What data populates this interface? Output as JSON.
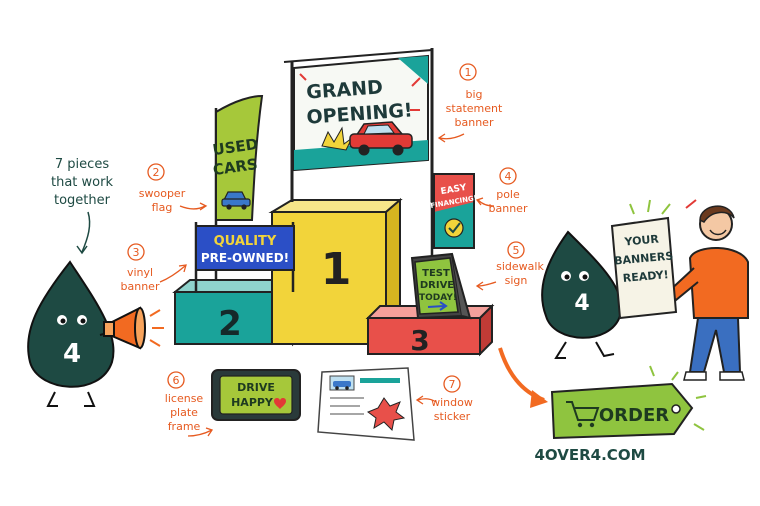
{
  "intro": {
    "line1": "7 pieces",
    "line2": "that work",
    "line3": "together"
  },
  "callouts": [
    {
      "num": "1",
      "lines": [
        "big",
        "statement",
        "banner"
      ]
    },
    {
      "num": "2",
      "lines": [
        "swooper",
        "flag"
      ]
    },
    {
      "num": "3",
      "lines": [
        "vinyl",
        "banner"
      ]
    },
    {
      "num": "4",
      "lines": [
        "pole",
        "banner"
      ]
    },
    {
      "num": "5",
      "lines": [
        "sidewalk",
        "sign"
      ]
    },
    {
      "num": "6",
      "lines": [
        "license",
        "plate",
        "frame"
      ]
    },
    {
      "num": "7",
      "lines": [
        "window",
        "sticker"
      ]
    }
  ],
  "big_banner": {
    "line1": "GRAND",
    "line2": "OPENING!"
  },
  "swooper_flag": {
    "line1": "USED",
    "line2": "CARS"
  },
  "vinyl_banner": {
    "line1": "QUALITY",
    "line2": "PRE-OWNED!"
  },
  "pole_banner": {
    "line1": "EASY",
    "line2": "FINANCING!"
  },
  "sidewalk_sign": {
    "line1": "TEST",
    "line2": "DRIVE",
    "line3": "TODAY!"
  },
  "license_plate": {
    "line1": "DRIVE",
    "line2": "HAPPY"
  },
  "podium": {
    "first": "1",
    "second": "2",
    "third": "3"
  },
  "mascot_left_number": "4",
  "mascot_right_number": "4",
  "delivery_sign": {
    "line1": "YOUR",
    "line2": "BANNERS",
    "line3": "READY!"
  },
  "order_tag": {
    "label": "ORDER"
  },
  "website": "4OVER4.COM",
  "colors": {
    "mascot": "#1e4a43",
    "accent_orange": "#f26a21",
    "tag_green": "#8fc43f",
    "podium_teal": "#1aa39a",
    "podium_yellow": "#f2d43a",
    "podium_red": "#e8504a",
    "banner_blue": "#2b4fc6"
  },
  "icons": [
    "megaphone-icon",
    "cart-icon",
    "car-icon",
    "heart-icon",
    "checkmark-icon",
    "arrow-right-icon"
  ]
}
